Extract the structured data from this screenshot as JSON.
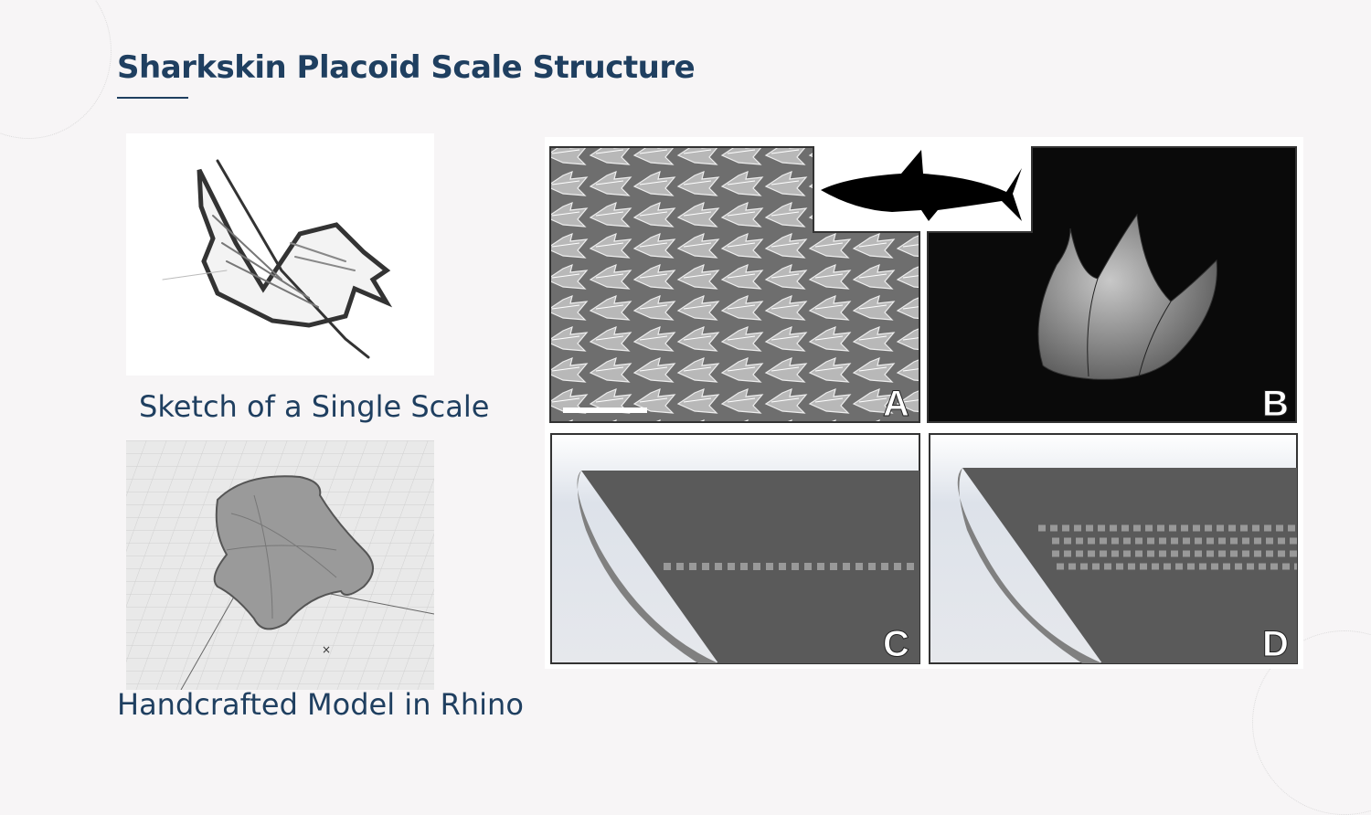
{
  "slide": {
    "title": "Sharkskin Placoid Scale Structure",
    "captions": {
      "sketch": "Sketch of a Single Scale",
      "rhino": "Handcrafted Model in Rhino"
    },
    "figure_panels": [
      {
        "label": "A"
      },
      {
        "label": "B"
      },
      {
        "label": "C"
      },
      {
        "label": "D"
      }
    ],
    "colors": {
      "title": "#1f3f60",
      "background": "#f7f5f6"
    }
  }
}
